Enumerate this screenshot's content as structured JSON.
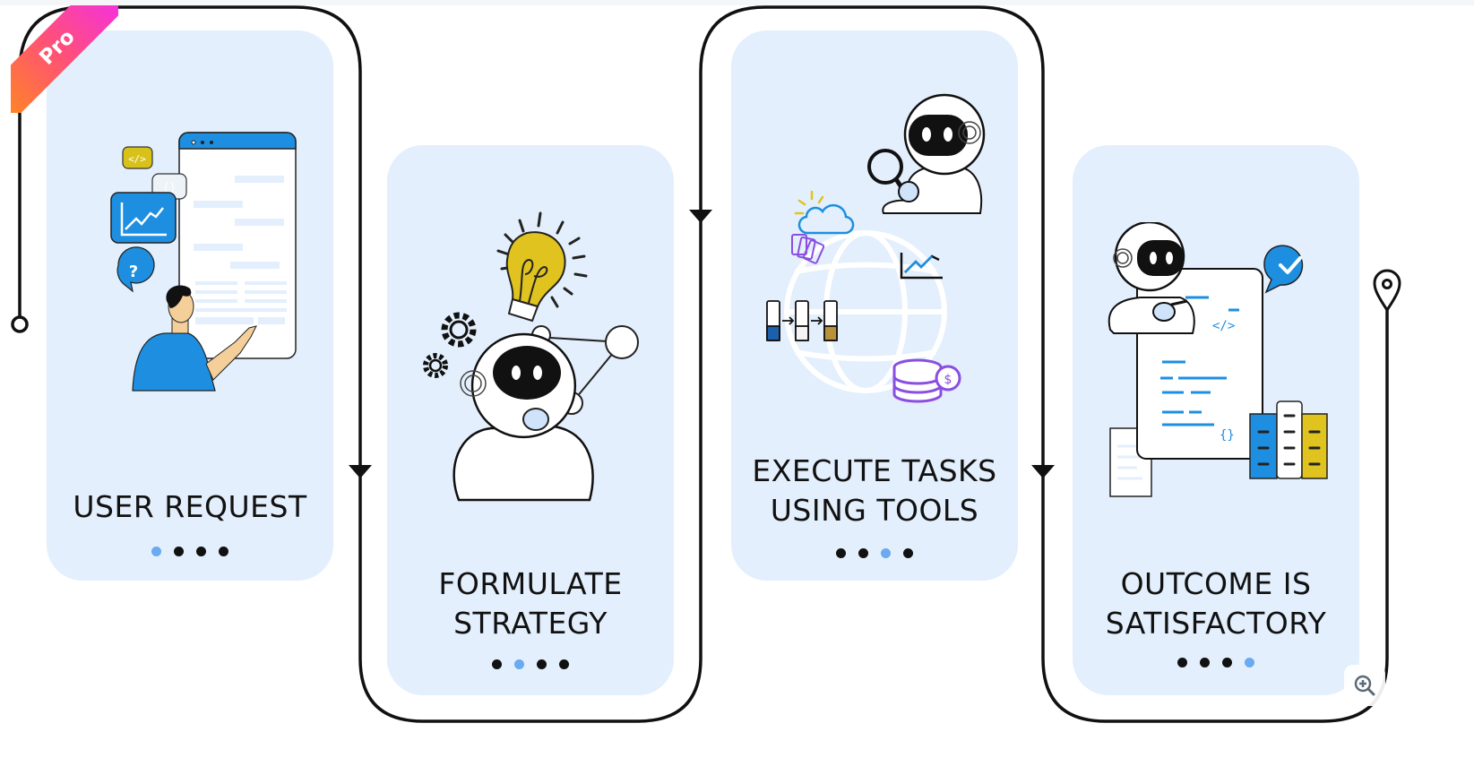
{
  "viewer": {
    "badge_label": "Pro",
    "zoom_button_icon": "zoom-in-icon"
  },
  "diagram": {
    "title": "AI agent workflow",
    "steps": [
      {
        "label_lines": [
          "USER REQUEST"
        ],
        "active_dot": 1,
        "total_dots": 4,
        "illustration": "person-pointing-at-web-page"
      },
      {
        "label_lines": [
          "FORMULATE",
          "STRATEGY"
        ],
        "active_dot": 2,
        "total_dots": 4,
        "illustration": "robot-thinking-with-lightbulb-and-gears"
      },
      {
        "label_lines": [
          "EXECUTE TASKS",
          "USING TOOLS"
        ],
        "active_dot": 3,
        "total_dots": 4,
        "illustration": "robot-with-magnifier-globe-tools"
      },
      {
        "label_lines": [
          "OUTCOME IS",
          "SATISFACTORY"
        ],
        "active_dot": 4,
        "total_dots": 4,
        "illustration": "robot-with-document-checkmark"
      }
    ],
    "connector": {
      "start_marker": "circle-node-icon",
      "end_marker": "map-pin-icon",
      "arrow_marker": "down-arrow-icon"
    },
    "colors": {
      "card_bg": "#e3effc",
      "active_dot": "#6aaaf0",
      "inactive_dot": "#111111",
      "accent_blue": "#1e8fe0",
      "accent_yellow": "#e0c31e",
      "accent_purple": "#8a4ee0",
      "line": "#111111"
    }
  }
}
